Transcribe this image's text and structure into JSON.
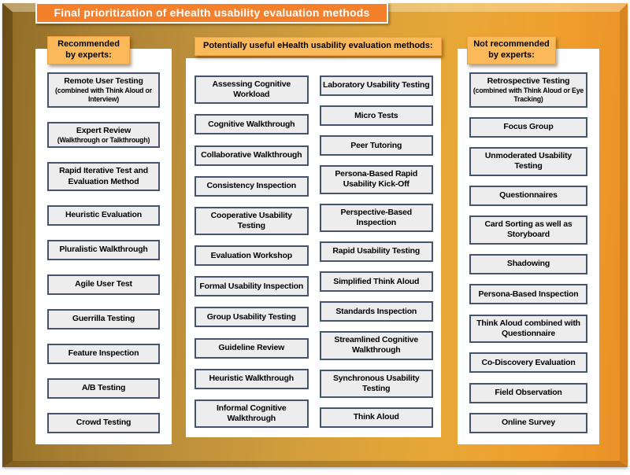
{
  "title_banner": "Final prioritization of eHealth usability evaluation methods",
  "colors": {
    "banner_bg": "#F5802C",
    "badge_bg": "#FBB95A",
    "box_bg": "#EDEDEE",
    "box_border": "#45536B",
    "frame_gold_left": "#8F6C27",
    "frame_orange_right": "#E98F26"
  },
  "columns": {
    "recommended": {
      "header": "Recommended\nby experts:",
      "items": [
        {
          "label": "Remote User Testing",
          "note": "(combined with Think Aloud or Interview)"
        },
        {
          "label": "Expert Review",
          "note": "(Walkthrough or Talkthrough)"
        },
        {
          "label": "Rapid Iterative Test and Evaluation Method"
        },
        {
          "label": "Heuristic Evaluation"
        },
        {
          "label": "Pluralistic Walkthrough"
        },
        {
          "label": "Agile User Test"
        },
        {
          "label": "Guerrilla Testing"
        },
        {
          "label": "Feature Inspection"
        },
        {
          "label": "A/B Testing"
        },
        {
          "label": "Crowd Testing"
        }
      ]
    },
    "potentially_useful": {
      "header": "Potentially useful eHealth usability evaluation methods:",
      "col_a": [
        {
          "label": "Assessing Cognitive Workload"
        },
        {
          "label": "Cognitive Walkthrough"
        },
        {
          "label": "Collaborative Walkthrough"
        },
        {
          "label": "Consistency Inspection"
        },
        {
          "label": "Cooperative Usability Testing"
        },
        {
          "label": "Evaluation Workshop"
        },
        {
          "label": "Formal Usability Inspection"
        },
        {
          "label": "Group Usability Testing"
        },
        {
          "label": "Guideline Review"
        },
        {
          "label": "Heuristic Walkthrough"
        },
        {
          "label": "Informal Cognitive Walkthrough"
        }
      ],
      "col_b": [
        {
          "label": "Laboratory Usability Testing"
        },
        {
          "label": "Micro Tests"
        },
        {
          "label": "Peer Tutoring"
        },
        {
          "label": "Persona-Based Rapid Usability Kick-Off"
        },
        {
          "label": "Perspective-Based Inspection"
        },
        {
          "label": "Rapid Usability Testing"
        },
        {
          "label": "Simplified Think Aloud"
        },
        {
          "label": "Standards Inspection"
        },
        {
          "label": "Streamlined Cognitive Walkthrough"
        },
        {
          "label": "Synchronous Usability Testing"
        },
        {
          "label": "Think Aloud"
        }
      ]
    },
    "not_recommended": {
      "header": "Not recommended\nby experts:",
      "items": [
        {
          "label": "Retrospective Testing",
          "note": "(combined with Think Aloud or Eye Tracking)"
        },
        {
          "label": "Focus Group"
        },
        {
          "label": "Unmoderated Usability Testing"
        },
        {
          "label": "Questionnaires"
        },
        {
          "label": "Card Sorting as well as Storyboard"
        },
        {
          "label": "Shadowing"
        },
        {
          "label": "Persona-Based Inspection"
        },
        {
          "label": "Think Aloud combined with Questionnaire"
        },
        {
          "label": "Co-Discovery Evaluation"
        },
        {
          "label": "Field Observation"
        },
        {
          "label": "Online Survey"
        }
      ]
    }
  }
}
